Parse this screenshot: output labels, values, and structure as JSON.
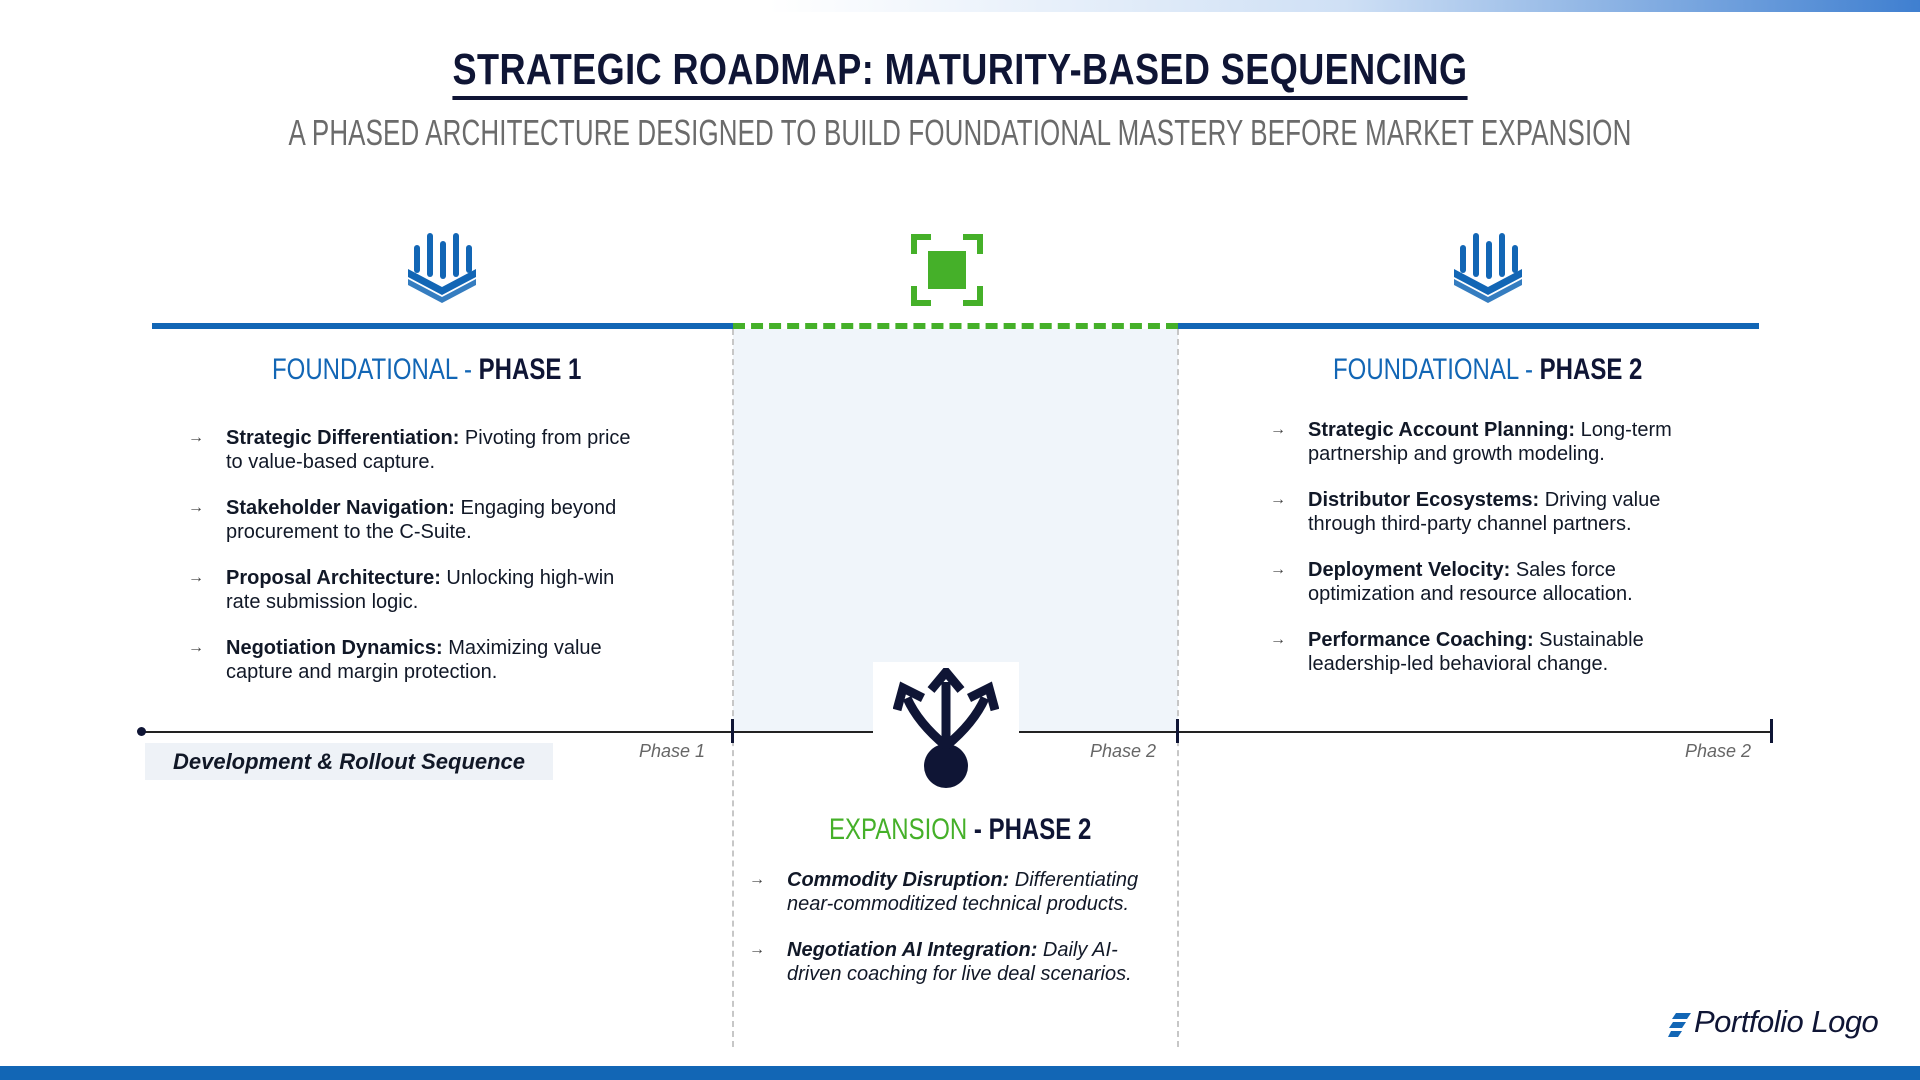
{
  "header": {
    "title": "STRATEGIC ROADMAP: MATURITY-BASED SEQUENCING",
    "subtitle": "A PHASED ARCHITECTURE DESIGNED TO BUILD FOUNDATIONAL MASTERY BEFORE MARKET EXPANSION"
  },
  "colors": {
    "primary_blue": "#1266b5",
    "accent_green": "#45b029",
    "navy": "#0f1535"
  },
  "phase_left": {
    "icon": "layered-stack-icon",
    "heading_light": "FOUNDATIONAL - ",
    "heading_bold": "PHASE 1",
    "bullet_arrow": "→",
    "items": [
      {
        "term": "Strategic Differentiation:",
        "desc": " Pivoting from price to value-based capture."
      },
      {
        "term": "Stakeholder Navigation:",
        "desc": " Engaging beyond procurement to the C-Suite."
      },
      {
        "term": "Proposal Architecture:",
        "desc": " Unlocking high-win rate submission logic."
      },
      {
        "term": "Negotiation Dynamics:",
        "desc": " Maximizing value capture and margin protection."
      }
    ]
  },
  "phase_right": {
    "icon": "layered-stack-icon",
    "heading_light": "FOUNDATIONAL - ",
    "heading_bold": "PHASE 2",
    "bullet_arrow": "→",
    "items": [
      {
        "term": "Strategic Account Planning:",
        "desc": " Long-term partnership and growth modeling."
      },
      {
        "term": "Distributor Ecosystems:",
        "desc": " Driving value through third-party channel partners."
      },
      {
        "term": "Deployment Velocity:",
        "desc": " Sales force optimization and resource allocation."
      },
      {
        "term": "Performance Coaching:",
        "desc": " Sustainable leadership-led behavioral change."
      }
    ]
  },
  "phase_center": {
    "icon": "focus-square-icon",
    "split_icon": "split-arrows-icon",
    "heading_light": "EXPANSION",
    "heading_bold": " - PHASE 2",
    "bullet_arrow": "→",
    "items": [
      {
        "term": "Commodity Disruption:",
        "desc": " Differentiating near-commoditized technical products."
      },
      {
        "term": "Negotiation AI Integration:",
        "desc": " Daily AI-driven coaching for live deal scenarios."
      }
    ]
  },
  "timeline": {
    "sequence_label": "Development & Rollout Sequence",
    "labels": [
      "Phase 1",
      "Phase 2",
      "Phase 2"
    ]
  },
  "logo": {
    "text": "Portfolio Logo",
    "icon": "logo-slash-icon"
  }
}
